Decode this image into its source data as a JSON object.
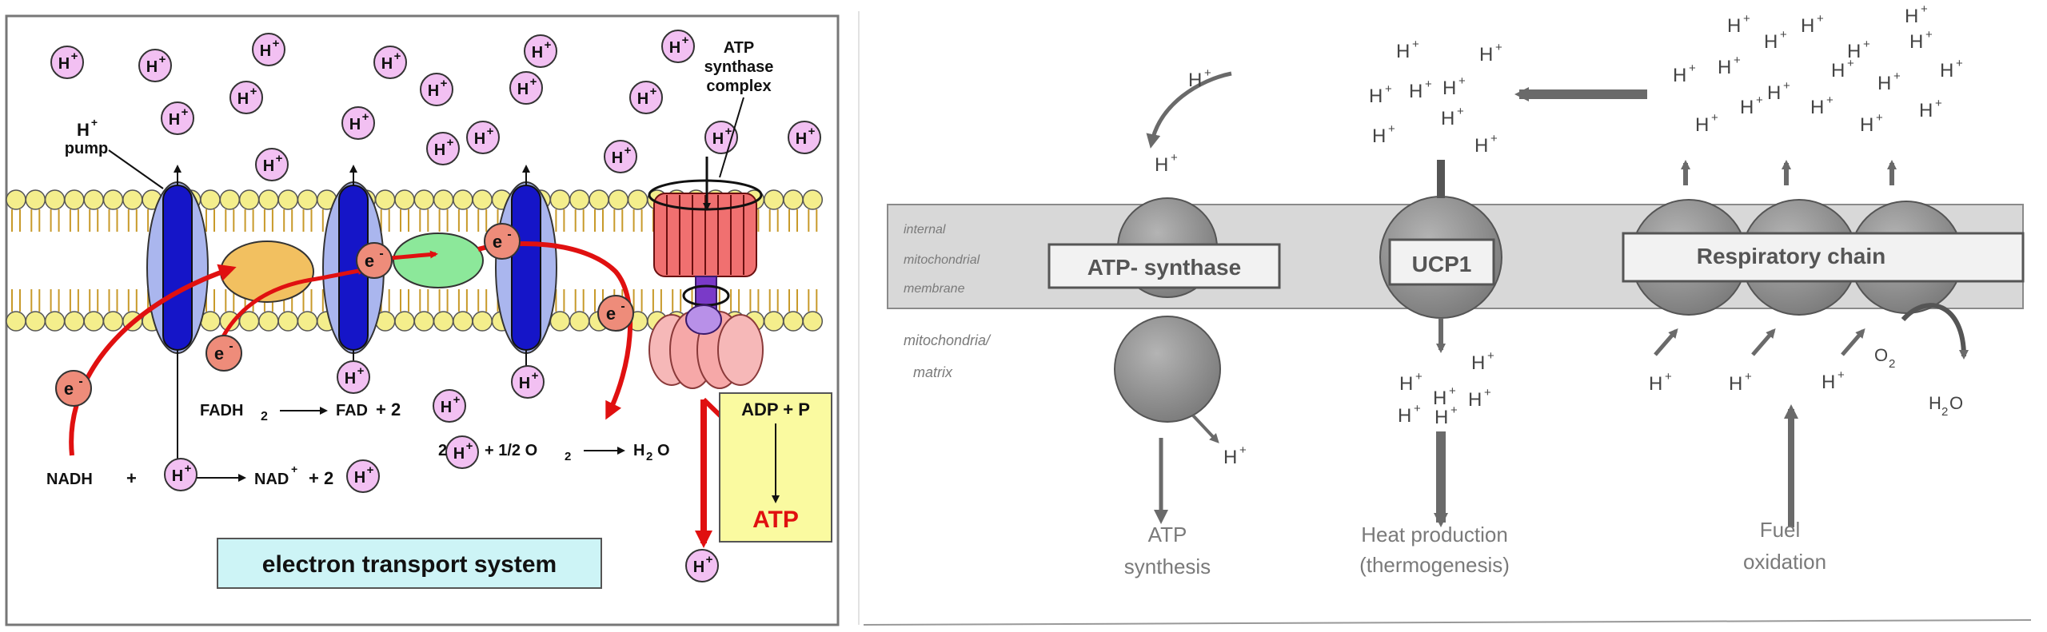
{
  "left_panel": {
    "proton": "H",
    "proton_charge": "+",
    "electron": "e",
    "electron_charge": "-",
    "h_pump": "H",
    "h_pump_sup": "+",
    "pump_word": "pump",
    "atp_synthase_line1": "ATP",
    "atp_synthase_line2": "synthase",
    "atp_synthase_line3": "complex",
    "nadh": "NADH",
    "plus": "+",
    "nad": "NAD",
    "nad_sup": "+",
    "two": "+ 2",
    "fadh": "FADH",
    "fadh_sub": "2",
    "fad": "FAD",
    "fad_two": "+ 2",
    "o2_prefix": "2",
    "o2_mid": "+ 1/2 O",
    "o2_sub": "2",
    "water": "H",
    "water_sub": "2",
    "water_o": "O",
    "adp": "ADP + P",
    "atp": "ATP",
    "title": "electron transport system"
  },
  "right_panel": {
    "membrane_line1": "internal",
    "membrane_line2": "mitochondrial",
    "membrane_line3": "membrane",
    "matrix_line1": "mitochondria/",
    "matrix_line2": "matrix",
    "atp_synthase": "ATP- synthase",
    "ucp1": "UCP1",
    "respiratory_chain": "Respiratory chain",
    "atp_synthesis_line1": "ATP",
    "atp_synthesis_line2": "synthesis",
    "heat_line1": "Heat production",
    "heat_line2": "(thermogenesis)",
    "fuel_line1": "Fuel",
    "fuel_line2": "oxidation",
    "o2": "O",
    "o2_sub": "2",
    "h2o": "H",
    "h2o_sub": "2",
    "h2o_o": "O",
    "proton": "H",
    "proton_charge": "+"
  },
  "colors": {
    "bilayer_head": "#f4ee8c",
    "pump_blue": "#1515c8",
    "pump_halo": "#aab6ee",
    "electron_fill": "#ee8c7a",
    "proton_fill": "#f2c0f2",
    "arrow_red": "#e01010",
    "complex_orange": "#f2c060",
    "complex_green": "#8ce89a",
    "atp_box": "#fafaa0",
    "title_box": "#cdf4f6",
    "right_membrane": "#d8d8d8",
    "right_circle": "#8c8c8c"
  }
}
